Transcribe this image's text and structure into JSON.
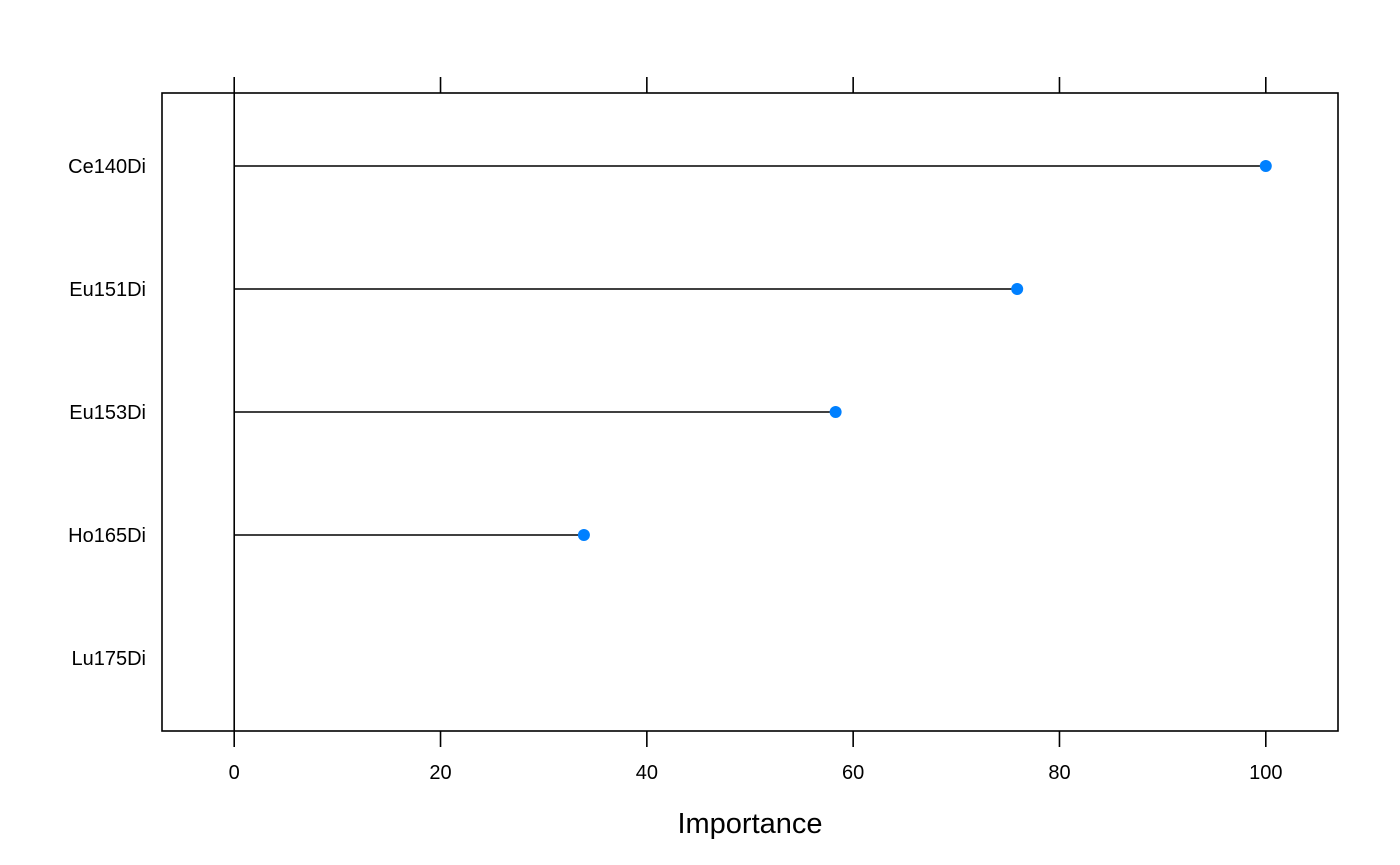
{
  "chart_data": {
    "type": "dotplot",
    "title": "",
    "xlabel": "Importance",
    "ylabel": "",
    "xlim": [
      -7,
      107
    ],
    "xticks": [
      0,
      20,
      40,
      60,
      80,
      100
    ],
    "categories": [
      "Ce140Di",
      "Eu151Di",
      "Eu153Di",
      "Ho165Di",
      "Lu175Di"
    ],
    "values": [
      100,
      75.9,
      58.3,
      33.9,
      0
    ],
    "grid": false,
    "legend": "none",
    "colors": {
      "point": "#0080ff",
      "line": "#000000",
      "frame": "#000000"
    }
  }
}
